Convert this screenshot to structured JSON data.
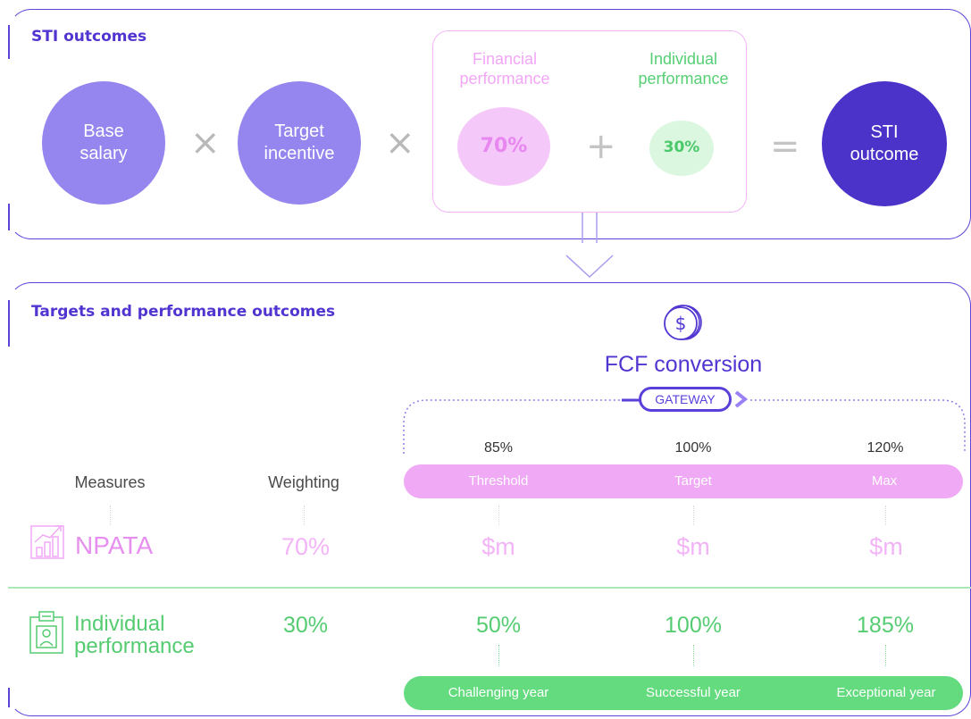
{
  "sti": {
    "title": "STI outcomes",
    "base_salary": "Base\nsalary",
    "target_incentive": "Target\nincentive",
    "financial_label": "Financial\nperformance",
    "financial_value": "70%",
    "individual_label": "Individual\nperformance",
    "individual_value": "30%",
    "outcome": "STI\noutcome",
    "op_times": "×",
    "op_plus": "+",
    "op_equals": "="
  },
  "targets": {
    "title": "Targets and performance outcomes",
    "fcf_label": "FCF conversion",
    "gateway_label": "GATEWAY",
    "columns": {
      "measures": "Measures",
      "weighting": "Weighting"
    },
    "tiers": [
      {
        "pct": "85%",
        "label": "Threshold"
      },
      {
        "pct": "100%",
        "label": "Target"
      },
      {
        "pct": "120%",
        "label": "Max"
      }
    ],
    "npata": {
      "name": "NPATA",
      "weighting": "70%",
      "values": [
        "$m",
        "$m",
        "$m"
      ]
    },
    "individual": {
      "name": "Individual\nperformance",
      "weighting": "30%",
      "values": [
        "50%",
        "100%",
        "185%"
      ],
      "labels": [
        "Challenging year",
        "Successful year",
        "Exceptional year"
      ]
    }
  },
  "colors": {
    "accent": "#5235d1",
    "lavender": "#9486ee",
    "deep_purple": "#4b33c9",
    "pink": "#f0a9f5",
    "green": "#63db7e"
  },
  "icons": [
    "dollar-coin-icon",
    "bar-chart-icon",
    "id-badge-icon",
    "arrow-down-icon",
    "gateway-arrow-icon"
  ]
}
